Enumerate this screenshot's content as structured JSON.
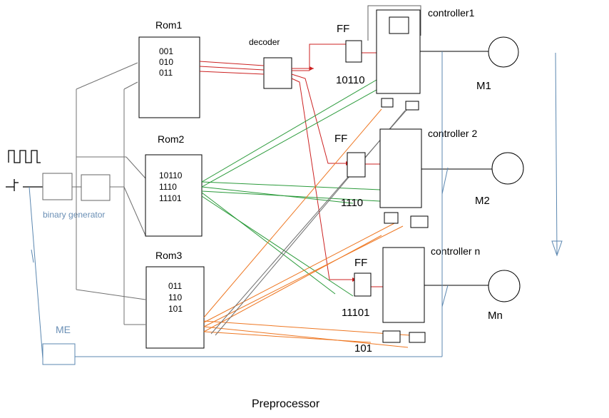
{
  "caption": "Preprocessor",
  "roms": [
    {
      "title": "Rom1",
      "codes": [
        "001",
        "010",
        "011"
      ]
    },
    {
      "title": "Rom2",
      "codes": [
        "10110",
        "1110",
        "11101"
      ]
    },
    {
      "title": "Rom3",
      "codes": [
        "011",
        "110",
        "101"
      ]
    }
  ],
  "decoder_label": "decoder",
  "binary_generator_label": "binary generator",
  "me_label": "ME",
  "ff_labels": [
    "FF",
    "FF",
    "FF"
  ],
  "ff_codes": [
    "10110",
    "1110",
    "11101",
    "101"
  ],
  "controllers": [
    "controller1",
    "controller 2",
    "controller n"
  ],
  "motors": [
    "M1",
    "M2",
    "Mn"
  ],
  "colors": {
    "red": "#cc2222",
    "green": "#2a9a3a",
    "orange": "#ee7722",
    "blue": "#5b87b0",
    "gray": "#606060"
  }
}
